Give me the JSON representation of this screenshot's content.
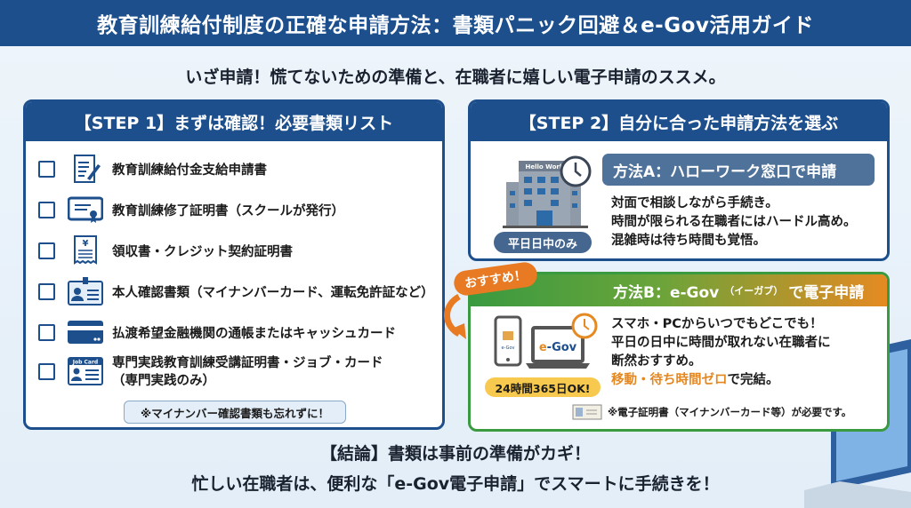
{
  "header": {
    "title": "教育訓練給付制度の正確な申請方法：書類パニック回避＆e-Gov活用ガイド"
  },
  "subtitle": "いざ申請！慌てないための準備と、在職者に嬉しい電子申請のススメ。",
  "step1": {
    "title": "【STEP 1】まずは確認！必要書類リスト",
    "items": [
      {
        "label": "教育訓練給付金支給申請書",
        "icon": "document-pen-icon"
      },
      {
        "label": "教育訓練修了証明書（スクールが発行）",
        "icon": "certificate-icon"
      },
      {
        "label": "領収書・クレジット契約証明書",
        "icon": "receipt-yen-icon"
      },
      {
        "label": "本人確認書類（マイナンバーカード、運転免許証など）",
        "icon": "id-card-icon"
      },
      {
        "label": "払渡希望金融機関の通帳またはキャッシュカード",
        "icon": "bank-card-icon"
      },
      {
        "label": "専門実践教育訓練受講証明書・ジョブ・カード",
        "sub": "（専門実践のみ）",
        "icon": "job-card-icon",
        "icon_text": "Job Card"
      }
    ],
    "note": "※マイナンバー確認書類も忘れずに！"
  },
  "step2": {
    "title": "【STEP 2】自分に合った申請方法を選ぶ",
    "methodA": {
      "title": "方法A：ハローワーク窓口で申請",
      "building_sign": "Hello Work",
      "badge": "平日日中のみ",
      "lines": [
        "対面で相談しながら手続き。",
        "時間が限られる在職者にはハードル高め。",
        "混雑時は待ち時間も覚悟。"
      ]
    },
    "methodB": {
      "recommend": "おすすめ！",
      "title_main": "方法B：e-Gov",
      "title_reading": "（イーガブ）",
      "title_tail": "で電子申請",
      "screen_label": "e-Gov",
      "ok_badge": "24時間365日OK!",
      "lines": [
        "スマホ・PCからいつでもどこでも！",
        "平日の日中に時間が取れない在職者に",
        "断然おすすめ。"
      ],
      "highlight": "移動・待ち時間ゼロ",
      "highlight_tail": "で完結。",
      "cert_note": "※電子証明書（マイナンバーカード等）が必要です。"
    }
  },
  "conclusion": {
    "line1": "【結論】書類は事前の準備がカギ！",
    "line2": "忙しい在職者は、便利な「e-Gov電子申請」でスマートに手続きを！"
  },
  "colors": {
    "navy": "#1d4f8c",
    "green": "#3a9a40",
    "orange": "#e58a22",
    "yellow": "#f7c94e"
  }
}
